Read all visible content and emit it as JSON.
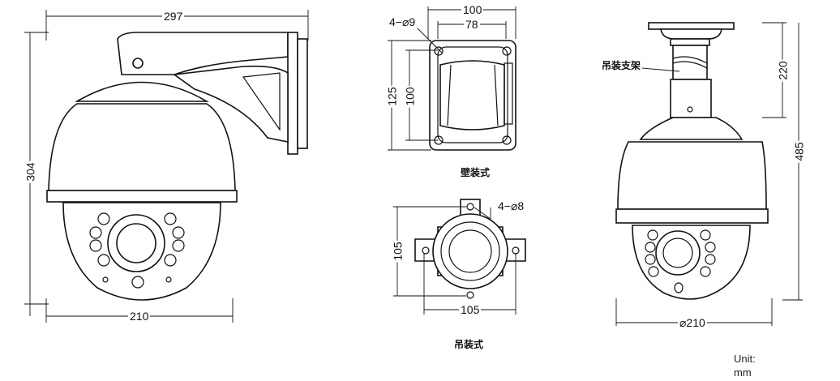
{
  "side_view": {
    "width_label": "297",
    "height_label": "304",
    "base_label": "210"
  },
  "wall_mount": {
    "outer_width": "100",
    "inner_width": "78",
    "hole_label": "4−⌀9",
    "outer_height": "125",
    "inner_height": "100",
    "caption": "壁装式"
  },
  "pendant_mount": {
    "hole_label": "4−⌀8",
    "height": "105",
    "width": "105",
    "caption": "吊装式"
  },
  "pendant_view": {
    "bracket_label": "吊装支架",
    "bracket_length": "220",
    "total_height": "485",
    "diameter": "⌀210"
  },
  "unit": {
    "label": "Unit:",
    "value": "mm"
  }
}
